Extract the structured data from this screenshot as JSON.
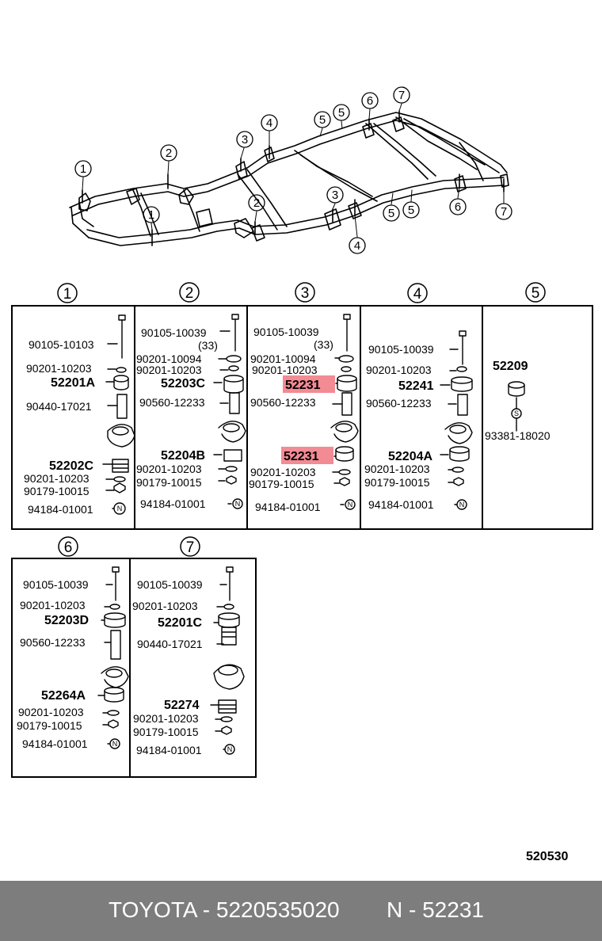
{
  "frame_callouts": [
    "1",
    "2",
    "3",
    "4",
    "5",
    "5",
    "6",
    "7",
    "1",
    "2",
    "3",
    "4",
    "5",
    "5",
    "6",
    "7"
  ],
  "columns": [
    "1",
    "2",
    "3",
    "4",
    "5",
    "6",
    "7"
  ],
  "group1": {
    "p1": "90105-10103",
    "p2": "90201-10203",
    "p3": "52201A",
    "p4": "90440-17021",
    "p5": "52202C",
    "p6": "90201-10203",
    "p7": "90179-10015",
    "p8": "94184-01001"
  },
  "group2": {
    "p1": "90105-10039",
    "q1": "(33)",
    "p2": "90201-10094",
    "p3": "90201-10203",
    "p4": "52203C",
    "p5": "90560-12233",
    "p6": "52204B",
    "p7": "90201-10203",
    "p8": "90179-10015",
    "p9": "94184-01001"
  },
  "group3": {
    "p1": "90105-10039",
    "q1": "(33)",
    "p2": "90201-10094",
    "p3": "90201-10203",
    "p4": "52231",
    "p5": "90560-12233",
    "p6": "52231",
    "p7": "90201-10203",
    "p8": "90179-10015",
    "p9": "94184-01001"
  },
  "group4": {
    "p1": "90105-10039",
    "p2": "90201-10203",
    "p3": "52241",
    "p4": "90560-12233",
    "p5": "52204A",
    "p6": "90201-10203",
    "p7": "90179-10015",
    "p8": "94184-01001"
  },
  "group5": {
    "p1": "52209",
    "p2": "93381-18020"
  },
  "group6": {
    "p1": "90105-10039",
    "p2": "90201-10203",
    "p3": "52203D",
    "p4": "90560-12233",
    "p5": "52264A",
    "p6": "90201-10203",
    "p7": "90179-10015",
    "p8": "94184-01001"
  },
  "group7": {
    "p1": "90105-10039",
    "p2": "90201-10203",
    "p3": "52201C",
    "p4": "90440-17021",
    "p5": "52274",
    "p6": "90201-10203",
    "p7": "90179-10015",
    "p8": "94184-01001"
  },
  "symbols": {
    "nut": "N",
    "spring": "S"
  },
  "diagram_ref": "520530",
  "footer": {
    "left": "TOYOTA - 5220535020",
    "right": "N - 52231"
  },
  "colors": {
    "highlight": "#f28b94",
    "footer_bg": "#7d7d7d",
    "footer_text": "#ffffff"
  }
}
